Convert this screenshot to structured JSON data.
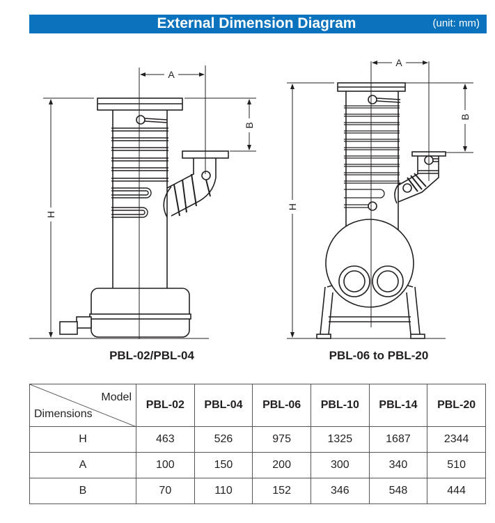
{
  "header": {
    "title": "External Dimension Diagram",
    "unit": "(unit: mm)",
    "color": "#0b72bd"
  },
  "diagrams": [
    {
      "caption": "PBL-02/PBL-04",
      "labels": {
        "a": "A",
        "b": "B",
        "h": "H"
      }
    },
    {
      "caption": "PBL-06 to PBL-20",
      "labels": {
        "a": "A",
        "b": "B",
        "h": "H"
      }
    }
  ],
  "table": {
    "corner_top": "Model",
    "corner_bottom": "Dimensions",
    "models": [
      "PBL-02",
      "PBL-04",
      "PBL-06",
      "PBL-10",
      "PBL-14",
      "PBL-20"
    ],
    "rows": [
      {
        "label": "H",
        "values": [
          "463",
          "526",
          "975",
          "1325",
          "1687",
          "2344"
        ]
      },
      {
        "label": "A",
        "values": [
          "100",
          "150",
          "200",
          "300",
          "340",
          "510"
        ]
      },
      {
        "label": "B",
        "values": [
          "70",
          "110",
          "152",
          "346",
          "548",
          "444"
        ]
      }
    ]
  }
}
